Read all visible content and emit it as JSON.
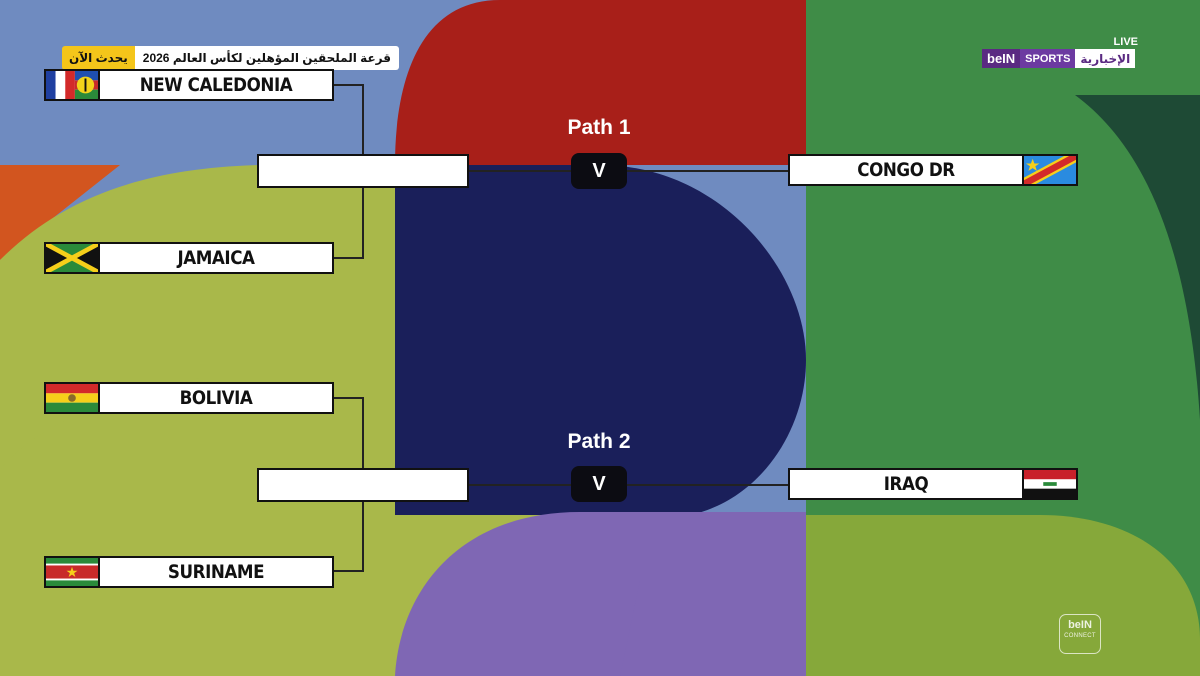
{
  "ticker": {
    "badge": "يحدث الآن",
    "headline": "قرعة الملحقين المؤهلين لكأس العالم 2026"
  },
  "broadcaster": {
    "live": "LIVE",
    "brand": "beIN",
    "sports": "SPORTS",
    "channel": "الإخبارية",
    "connect_brand": "beIN",
    "connect_label": "CONNECT"
  },
  "paths": [
    {
      "label": "Path 1",
      "vs": "V",
      "teams_left": [
        {
          "name": "NEW CALEDONIA",
          "flag_icon": "new-caledonia-flag-icon"
        },
        {
          "name": "JAMAICA",
          "flag_icon": "jamaica-flag-icon"
        }
      ],
      "seeded": {
        "name": "CONGO DR",
        "flag_icon": "congo-dr-flag-icon"
      }
    },
    {
      "label": "Path 2",
      "vs": "V",
      "teams_left": [
        {
          "name": "BOLIVIA",
          "flag_icon": "bolivia-flag-icon"
        },
        {
          "name": "SURINAME",
          "flag_icon": "suriname-flag-icon"
        }
      ],
      "seeded": {
        "name": "IRAQ",
        "flag_icon": "iraq-flag-icon"
      }
    }
  ],
  "colors": {
    "bg_blue": "#6f8bc0",
    "red": "#a81f19",
    "green": "#3f8c47",
    "dark_green": "#1e4a35",
    "olive": "#a9b84a",
    "navy": "#1a1f5a",
    "purple": "#7f67b4",
    "orange": "#d2551f"
  }
}
